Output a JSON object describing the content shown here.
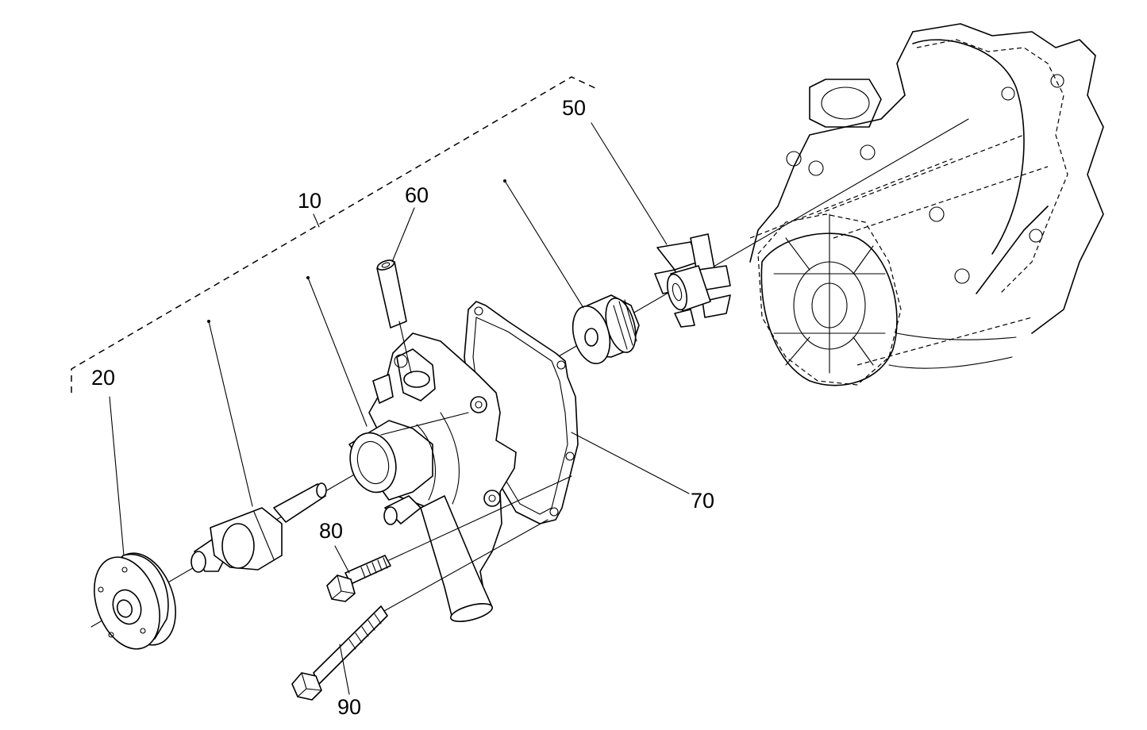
{
  "diagram": {
    "labels": {
      "assembly": "10",
      "pulley_flange": "20",
      "impeller": "50",
      "dowel_sleeve": "60",
      "gasket": "70",
      "bolt_short": "80",
      "bolt_long": "90"
    }
  }
}
